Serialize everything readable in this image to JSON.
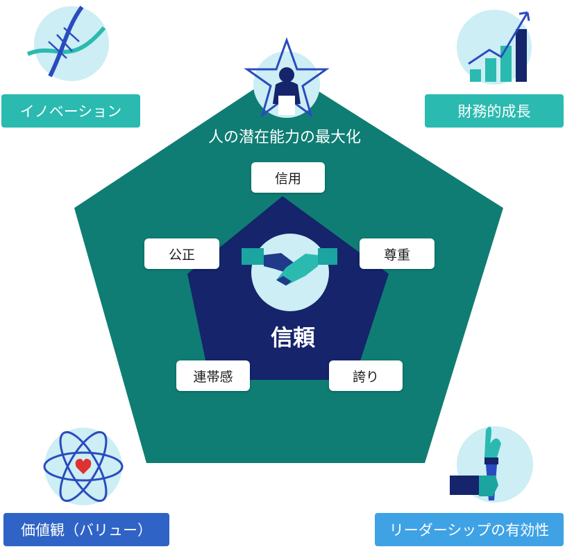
{
  "center": {
    "label": "信頼"
  },
  "top_title": "人の潜在能力の最大化",
  "inner_labels": {
    "top": "信用",
    "left": "公正",
    "right": "尊重",
    "bottom_left": "連帯感",
    "bottom_right": "誇り"
  },
  "corners": {
    "innovation": "イノベーション",
    "financial_growth": "財務的成長",
    "values": "価値観（バリュー）",
    "leadership": "リーダーシップの有効性"
  },
  "colors": {
    "outer_pentagon": "#0f7d73",
    "inner_pentagon": "#15246b",
    "teal_box": "#2bbab0",
    "blue_box": "#2f63c6",
    "light_blue_box": "#3ea2e5",
    "icon_circle": "#cceef4"
  },
  "icons": {
    "center": "handshake-icon",
    "top": "person-star-icon",
    "innovation": "dna-icon",
    "financial_growth": "growth-chart-icon",
    "values": "atom-heart-icon",
    "leadership": "torch-icon"
  }
}
